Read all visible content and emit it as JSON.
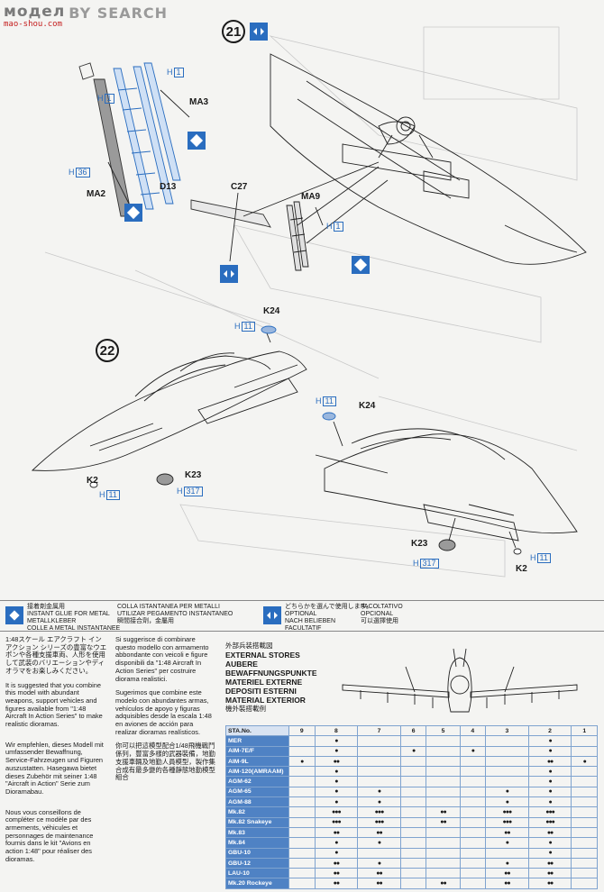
{
  "watermark": {
    "logo_text": "модел",
    "logo_sub": "mao-shou.com",
    "site_text": "BY SEARCH"
  },
  "steps": {
    "step21": "21",
    "step22": "22"
  },
  "parts": {
    "ma3": "MA3",
    "ma2": "MA2",
    "d13": "D13",
    "c27": "C27",
    "ma9": "MA9",
    "k24_a": "K24",
    "k24_b": "K24",
    "k2_a": "K2",
    "k2_b": "K2",
    "k23_a": "K23",
    "k23_b": "K23"
  },
  "colors": {
    "h1": "1",
    "h36": "36",
    "h11": "11",
    "h317": "317",
    "h_prefix": "H"
  },
  "legend": {
    "glue": [
      "接着剤金属用",
      "INSTANT GLUE FOR METAL",
      "METALLKLEBER",
      "COLLE A METAL INSTANTANEE"
    ],
    "glue2": [
      "COLLA ISTANTANEA PER METALLI",
      "UTILIZAR PEGAMENTO INSTANTANEO",
      "瞬間接合劑，金屬用"
    ],
    "optional": [
      "どちらかを選んで使用します。",
      "OPTIONAL",
      "NACH BELIEBEN",
      "FACULTATIF"
    ],
    "optional2": [
      "FACOLTATIVO",
      "OPCIONAL",
      "可以選擇使用"
    ]
  },
  "text_col1": [
    "1:48スケール エアクラフト インアクション シリーズの豊富なウエポンや各種支援車両、人形を使用して武装のバリエーションやディオラマをお楽しみください。",
    "It is suggested that you combine this model with abundant weapons, support vehicles and figures available from \"1:48 Aircraft In Action Series\" to make realistic dioramas.",
    "Wir empfehlen, dieses Modell mit umfassender Bewaffnung, Service-Fahrzeugen und Figuren auszustatten. Hasegawa bietet dieses Zubehör mit seiner 1:48 \"Aircraft in Action\" Serie zum Dioramabau.",
    "Nous vous conseillons de compléter ce modèle par des armements, véhicules et personnages de maintenance fournis dans le kit \"Avions en action 1:48\" pour réaliser des dioramas."
  ],
  "text_col2": [
    "Si suggerisce di combinare questo modello con armamento abbondante con veicoli e figure disponibili da \"1:48 Aircraft In Action Series\" per costruire diorama realistici.",
    "Sugerimos que combine este modelo con abundantes armas, vehículos de apoyo y figuras adquisibles desde la escala 1:48 en aviones de acción para realizar dioramas realísticos.",
    "你可以把這模型配合1/48飛機戰鬥係列，豐富多樣的武器裝備，地勤支援車輛及地勤人員模型，製作集合成有最多變的各種靜態地勤模型組合"
  ],
  "stores": {
    "title_jp": "外部兵装搭載図",
    "titles": [
      "EXTERNAL STORES",
      "AUBERE",
      "BEWAFFNUNGSPUNKTE",
      "MATERIEL EXTERNE",
      "DEPOSITI ESTERNI",
      "MATERIAL EXTERIOR"
    ],
    "title_jp2": "機外裝搭載例",
    "sta_label": "STA.No.",
    "stations": [
      "9",
      "8",
      "7",
      "6",
      "5",
      "4",
      "3",
      "2",
      "1"
    ],
    "rows": [
      {
        "name": "MER",
        "cells": [
          "",
          "●",
          "",
          "",
          "",
          "",
          "",
          "●",
          ""
        ]
      },
      {
        "name": "AIM-7E/F",
        "cells": [
          "",
          "●",
          "",
          "●",
          "",
          "●",
          "",
          "●",
          ""
        ]
      },
      {
        "name": "AIM-9L",
        "cells": [
          "●",
          "●●",
          "",
          "",
          "",
          "",
          "",
          "●●",
          "●"
        ]
      },
      {
        "name": "AIM-120(AMRAAM)",
        "cells": [
          "",
          "●",
          "",
          "",
          "",
          "",
          "",
          "●",
          ""
        ]
      },
      {
        "name": "AGM-62",
        "cells": [
          "",
          "●",
          "",
          "",
          "",
          "",
          "",
          "●",
          ""
        ]
      },
      {
        "name": "AGM-65",
        "cells": [
          "",
          "●",
          "●",
          "",
          "",
          "",
          "●",
          "●",
          ""
        ]
      },
      {
        "name": "AGM-88",
        "cells": [
          "",
          "●",
          "●",
          "",
          "",
          "",
          "●",
          "●",
          ""
        ]
      },
      {
        "name": "Mk.82",
        "cells": [
          "",
          "●●●",
          "●●●",
          "",
          "●●",
          "",
          "●●●",
          "●●●",
          ""
        ]
      },
      {
        "name": "Mk.82 Snakeye",
        "cells": [
          "",
          "●●●",
          "●●●",
          "",
          "●●",
          "",
          "●●●",
          "●●●",
          ""
        ]
      },
      {
        "name": "Mk.83",
        "cells": [
          "",
          "●●",
          "●●",
          "",
          "",
          "",
          "●●",
          "●●",
          ""
        ]
      },
      {
        "name": "Mk.84",
        "cells": [
          "",
          "●",
          "●",
          "",
          "",
          "",
          "●",
          "●",
          ""
        ]
      },
      {
        "name": "GBU-10",
        "cells": [
          "",
          "●",
          "",
          "",
          "",
          "",
          "",
          "●",
          ""
        ]
      },
      {
        "name": "GBU-12",
        "cells": [
          "",
          "●●",
          "●",
          "",
          "",
          "",
          "●",
          "●●",
          ""
        ]
      },
      {
        "name": "LAU-10",
        "cells": [
          "",
          "●●",
          "●●",
          "",
          "",
          "",
          "●●",
          "●●",
          ""
        ]
      },
      {
        "name": "Mk.20 Rockeye",
        "cells": [
          "",
          "●●",
          "●●",
          "",
          "●●",
          "",
          "●●",
          "●●",
          ""
        ]
      }
    ]
  }
}
